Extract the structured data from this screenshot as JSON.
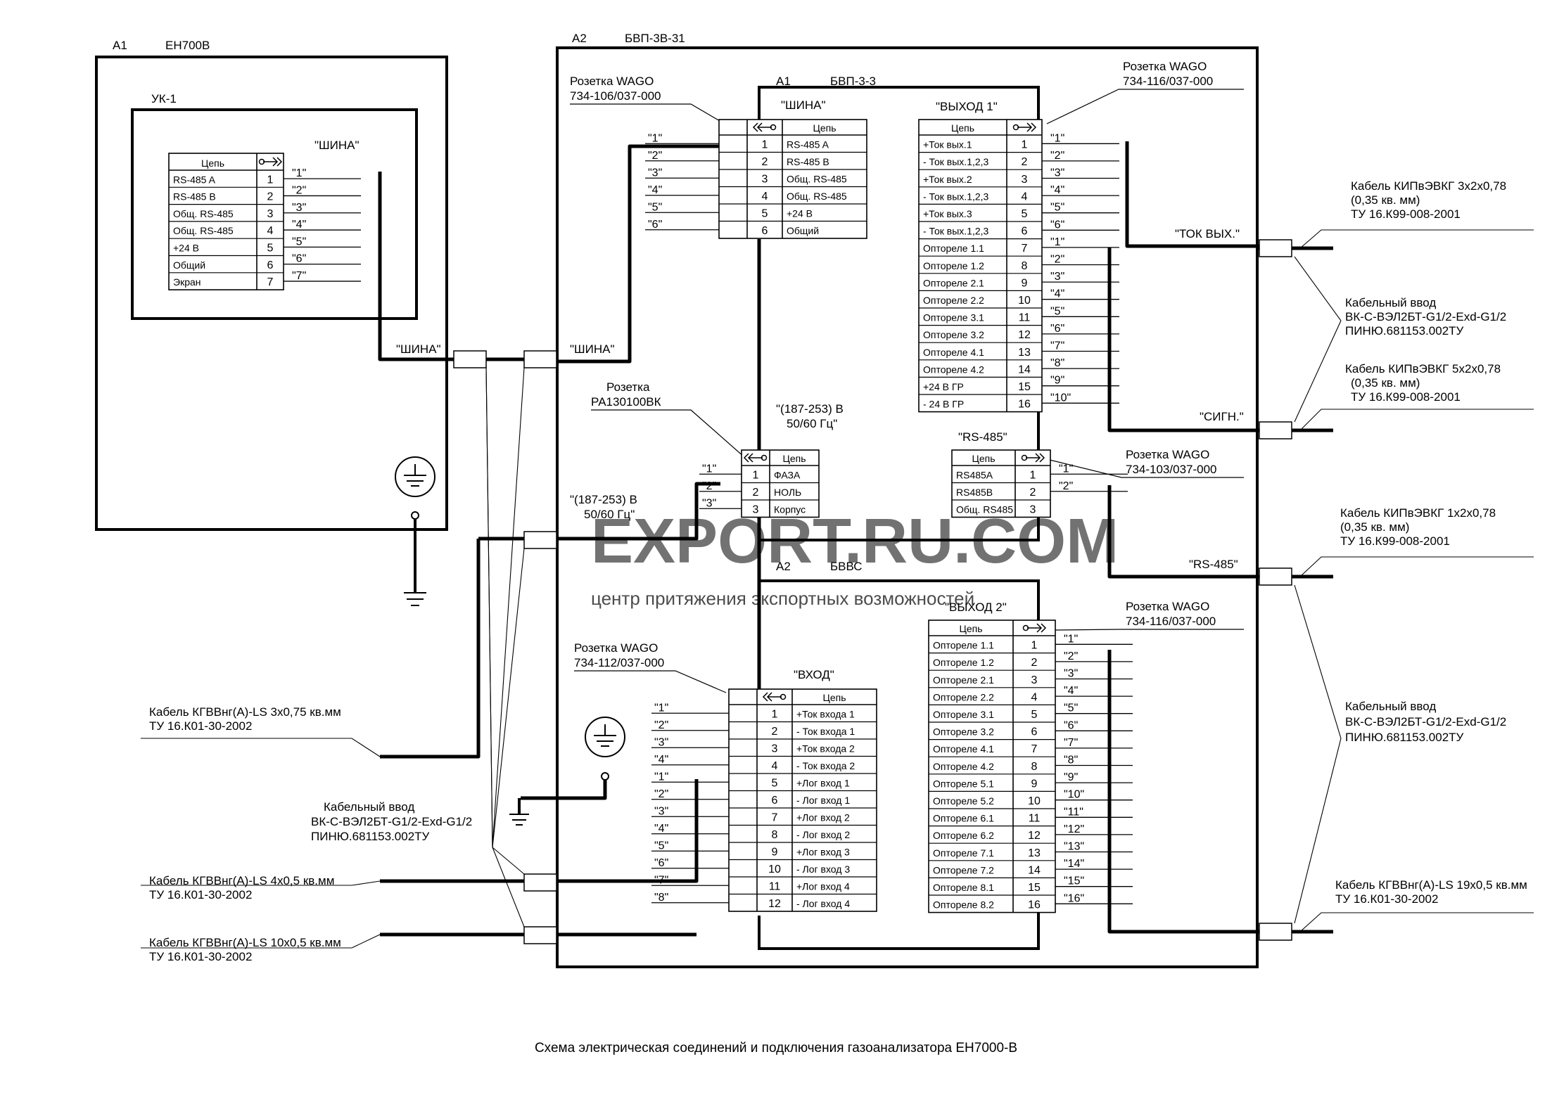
{
  "caption": "Схема электрическая соединений и подключения газоанализатора ЕН7000-В",
  "watermark": {
    "main": "EXPORT.RU.COM",
    "sub": "центр притяжения экспортных возможностей"
  },
  "a1_outer": {
    "ref": "А1",
    "title": "ЕН700В",
    "inner": "УК-1",
    "bus": "\"ШИНА\""
  },
  "a2_outer": {
    "ref": "А2",
    "title": "БВП-3В-31"
  },
  "bvp": {
    "ref": "А1",
    "title": "БВП-3-3"
  },
  "bvvs": {
    "ref": "А2",
    "title": "БВВС"
  },
  "uk_table": {
    "header": "Цепь",
    "rows": [
      {
        "name": "RS-485 A",
        "pin": "1",
        "wire": "\"1\""
      },
      {
        "name": "RS-485 B",
        "pin": "2",
        "wire": "\"2\""
      },
      {
        "name": "Общ. RS-485",
        "pin": "3",
        "wire": "\"3\""
      },
      {
        "name": "Общ. RS-485",
        "pin": "4",
        "wire": "\"4\""
      },
      {
        "name": "+24 В",
        "pin": "5",
        "wire": "\"5\""
      },
      {
        "name": "Общий",
        "pin": "6",
        "wire": "\"6\""
      },
      {
        "name": "Экран",
        "pin": "7",
        "wire": "\"7\""
      }
    ]
  },
  "shina": {
    "title": "\"ШИНА\"",
    "socket": "Розетка WAGO",
    "socket_code": "734-106/037-000",
    "header": "Цепь",
    "rows": [
      {
        "wire": "\"1\"",
        "pin": "1",
        "name": "RS-485 A"
      },
      {
        "wire": "\"2\"",
        "pin": "2",
        "name": "RS-485 B"
      },
      {
        "wire": "\"3\"",
        "pin": "3",
        "name": "Общ. RS-485"
      },
      {
        "wire": "\"4\"",
        "pin": "4",
        "name": "Общ. RS-485"
      },
      {
        "wire": "\"5\"",
        "pin": "5",
        "name": "+24 В"
      },
      {
        "wire": "\"6\"",
        "pin": "6",
        "name": "Общий"
      }
    ]
  },
  "vyhod1": {
    "title": "\"ВЫХОД 1\"",
    "socket": "Розетка WAGO",
    "socket_code": "734-116/037-000",
    "header": "Цепь",
    "rows": [
      {
        "name": "+Ток вых.1",
        "pin": "1",
        "wire": "\"1\""
      },
      {
        "name": "- Ток вых.1,2,3",
        "pin": "2",
        "wire": "\"2\""
      },
      {
        "name": "+Ток вых.2",
        "pin": "3",
        "wire": "\"3\""
      },
      {
        "name": "- Ток вых.1,2,3",
        "pin": "4",
        "wire": "\"4\""
      },
      {
        "name": "+Ток вых.3",
        "pin": "5",
        "wire": "\"5\""
      },
      {
        "name": "- Ток вых.1,2,3",
        "pin": "6",
        "wire": "\"6\""
      },
      {
        "name": "Оптореле 1.1",
        "pin": "7",
        "wire": "\"1\""
      },
      {
        "name": "Оптореле 1.2",
        "pin": "8",
        "wire": "\"2\""
      },
      {
        "name": "Оптореле 2.1",
        "pin": "9",
        "wire": "\"3\""
      },
      {
        "name": "Оптореле 2.2",
        "pin": "10",
        "wire": "\"4\""
      },
      {
        "name": "Оптореле 3.1",
        "pin": "11",
        "wire": "\"5\""
      },
      {
        "name": "Оптореле 3.2",
        "pin": "12",
        "wire": "\"6\""
      },
      {
        "name": "Оптореле 4.1",
        "pin": "13",
        "wire": "\"7\""
      },
      {
        "name": "Оптореле 4.2",
        "pin": "14",
        "wire": "\"8\""
      },
      {
        "name": "+24 В  ГР",
        "pin": "15",
        "wire": "\"9\""
      },
      {
        "name": "- 24 В  ГР",
        "pin": "16",
        "wire": "\"10\""
      }
    ]
  },
  "power": {
    "socket": "Розетка",
    "socket_code": "РА130100ВК",
    "voltage": "\"(187-253) В",
    "freq": "50/60 Гц\"",
    "header": "Цепь",
    "rows": [
      {
        "wire": "\"1\"",
        "pin": "1",
        "name": "ФАЗА"
      },
      {
        "wire": "\"2\"",
        "pin": "2",
        "name": "НОЛЬ"
      },
      {
        "wire": "\"3\"",
        "pin": "3",
        "name": "Корпус"
      }
    ]
  },
  "rs485": {
    "title": "\"RS-485\"",
    "socket": "Розетка WAGO",
    "socket_code": "734-103/037-000",
    "header": "Цепь",
    "rows": [
      {
        "name": "RS485A",
        "pin": "1",
        "wire": "\"1\""
      },
      {
        "name": "RS485B",
        "pin": "2",
        "wire": "\"2\""
      },
      {
        "name": "Общ. RS485",
        "pin": "3",
        "wire": ""
      }
    ]
  },
  "vhod": {
    "title": "\"ВХОД\"",
    "socket": "Розетка WAGO",
    "socket_code": "734-112/037-000",
    "header": "Цепь",
    "rows": [
      {
        "wire": "\"1\"",
        "pin": "1",
        "name": "+Ток входа 1"
      },
      {
        "wire": "\"2\"",
        "pin": "2",
        "name": "- Ток входа 1"
      },
      {
        "wire": "\"3\"",
        "pin": "3",
        "name": "+Ток входа 2"
      },
      {
        "wire": "\"4\"",
        "pin": "4",
        "name": "- Ток входа 2"
      },
      {
        "wire": "\"1\"",
        "pin": "5",
        "name": "+Лог вход 1"
      },
      {
        "wire": "\"2\"",
        "pin": "6",
        "name": "- Лог вход 1"
      },
      {
        "wire": "\"3\"",
        "pin": "7",
        "name": "+Лог вход 2"
      },
      {
        "wire": "\"4\"",
        "pin": "8",
        "name": "- Лог вход 2"
      },
      {
        "wire": "\"5\"",
        "pin": "9",
        "name": "+Лог вход 3"
      },
      {
        "wire": "\"6\"",
        "pin": "10",
        "name": "- Лог вход 3"
      },
      {
        "wire": "\"7\"",
        "pin": "11",
        "name": "+Лог вход 4"
      },
      {
        "wire": "\"8\"",
        "pin": "12",
        "name": "- Лог вход 4"
      }
    ]
  },
  "vyhod2": {
    "title": "\"ВЫХОД 2\"",
    "socket": "Розетка WAGO",
    "socket_code": "734-116/037-000",
    "header": "Цепь",
    "rows": [
      {
        "name": "Оптореле 1.1",
        "pin": "1",
        "wire": "\"1\""
      },
      {
        "name": "Оптореле 1.2",
        "pin": "2",
        "wire": "\"2\""
      },
      {
        "name": "Оптореле 2.1",
        "pin": "3",
        "wire": "\"3\""
      },
      {
        "name": "Оптореле 2.2",
        "pin": "4",
        "wire": "\"4\""
      },
      {
        "name": "Оптореле 3.1",
        "pin": "5",
        "wire": "\"5\""
      },
      {
        "name": "Оптореле 3.2",
        "pin": "6",
        "wire": "\"6\""
      },
      {
        "name": "Оптореле 4.1",
        "pin": "7",
        "wire": "\"7\""
      },
      {
        "name": "Оптореле 4.2",
        "pin": "8",
        "wire": "\"8\""
      },
      {
        "name": "Оптореле 5.1",
        "pin": "9",
        "wire": "\"9\""
      },
      {
        "name": "Оптореле 5.2",
        "pin": "10",
        "wire": "\"10\""
      },
      {
        "name": "Оптореле 6.1",
        "pin": "11",
        "wire": "\"11\""
      },
      {
        "name": "Оптореле 6.2",
        "pin": "12",
        "wire": "\"12\""
      },
      {
        "name": "Оптореле 7.1",
        "pin": "13",
        "wire": "\"13\""
      },
      {
        "name": "Оптореле 7.2",
        "pin": "14",
        "wire": "\"14\""
      },
      {
        "name": "Оптореле 8.1",
        "pin": "15",
        "wire": "\"15\""
      },
      {
        "name": "Оптореле 8.2",
        "pin": "16",
        "wire": "\"16\""
      }
    ]
  },
  "labels": {
    "shina_left": "\"ШИНА\"",
    "shina_right": "\"ШИНА\"",
    "power_left_1": "\"(187-253) В",
    "power_left_2": "50/60 Гц\"",
    "tok_vyh": "\"ТОК ВЫХ.\"",
    "sign": "\"СИГН.\"",
    "rs485_out": "\"RS-485\""
  },
  "right_cables": [
    {
      "l1": "Кабель КИПвЭВКГ 3х2х0,78",
      "l2": "(0,35 кв. мм)",
      "l3": "ТУ 16.К99-008-2001"
    },
    {
      "l1": "Кабельный ввод",
      "l2": "ВК-С-ВЭЛ2БТ-G1/2-Exd-G1/2",
      "l3": "ПИНЮ.681153.002ТУ"
    },
    {
      "l1": "Кабель КИПвЭВКГ 5х2х0,78",
      "l2": "(0,35 кв. мм)",
      "l3": "ТУ 16.К99-008-2001"
    },
    {
      "l1": "Кабель КИПвЭВКГ 1х2х0,78",
      "l2": "(0,35 кв. мм)",
      "l3": "ТУ 16.К99-008-2001"
    },
    {
      "l1": "Кабельный ввод",
      "l2": "ВК-С-ВЭЛ2БТ-G1/2-Exd-G1/2",
      "l3": "ПИНЮ.681153.002ТУ"
    },
    {
      "l1": "Кабель КГВВнг(А)-LS 19х0,5 кв.мм",
      "l2": "ТУ 16.К01-30-2002",
      "l3": ""
    }
  ],
  "left_cables": [
    {
      "l1": "Кабель КГВВнг(А)-LS 3х0,75 кв.мм",
      "l2": "ТУ 16.К01-30-2002",
      "l3": ""
    },
    {
      "l1": "Кабельный ввод",
      "l2": "ВК-С-ВЭЛ2БТ-G1/2-Exd-G1/2",
      "l3": "ПИНЮ.681153.002ТУ"
    },
    {
      "l1": "Кабель КГВВнг(А)-LS 4х0,5 кв.мм",
      "l2": "ТУ 16.К01-30-2002",
      "l3": ""
    },
    {
      "l1": "Кабель КГВВнг(А)-LS 10х0,5 кв.мм",
      "l2": "ТУ 16.К01-30-2002",
      "l3": ""
    }
  ]
}
